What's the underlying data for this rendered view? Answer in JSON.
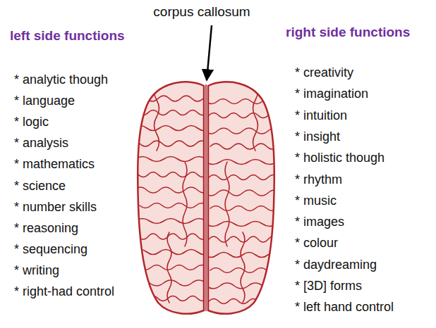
{
  "diagram": {
    "labels": [
      "corpus callosum",
      "left side functions",
      "* analytic though",
      "* language",
      "* logic",
      "* analysis",
      "* mathematics",
      "* science",
      "* number skills",
      "* reasoning",
      "* sequencing",
      "* writing",
      "* right-had control",
      "right side functions",
      "* creativity",
      "* imagination",
      "* intuition",
      "* insight",
      "* holistic though",
      "* rhythm",
      "* music",
      "* images",
      "* colour",
      "* daydreaming",
      "* [3D] forms",
      "* left hand control"
    ]
  }
}
